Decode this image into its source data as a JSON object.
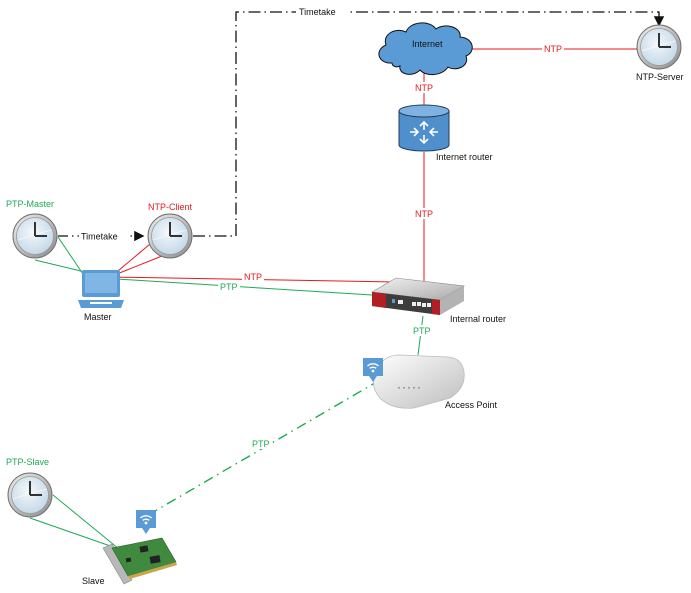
{
  "diagram": {
    "title": "PTP / NTP time synchronization network",
    "colors": {
      "ntp": "#e8181f",
      "ptp": "#1eaa55",
      "timetake": "#111111",
      "device_blue": "#5b9bd5"
    },
    "nodes": {
      "ntp_server": {
        "label": "NTP-Server",
        "icon": "clock-icon"
      },
      "internet": {
        "label": "Internet",
        "icon": "cloud-icon"
      },
      "internet_router": {
        "label": "Internet router",
        "icon": "router-icon"
      },
      "internal_router": {
        "label": "Internal router",
        "icon": "firewall-router-icon"
      },
      "access_point": {
        "label": "Access Point",
        "icon": "access-point-icon"
      },
      "ptp_master": {
        "label": "PTP-Master",
        "icon": "clock-icon"
      },
      "ntp_client": {
        "label": "NTP-Client",
        "icon": "clock-icon"
      },
      "master": {
        "label": "Master",
        "icon": "laptop-icon"
      },
      "ptp_slave": {
        "label": "PTP-Slave",
        "icon": "clock-icon"
      },
      "slave": {
        "label": "Slave",
        "icon": "network-card-icon"
      }
    },
    "links": {
      "internet_ntp_server": "NTP",
      "internet_internet_router": "NTP",
      "internet_router_internal_router": "NTP",
      "master_internal_router_ntp": "NTP",
      "master_internal_router_ptp": "PTP",
      "internal_router_access_point": "PTP",
      "access_point_slave_wireless": "PTP",
      "timetake_top": "Timetake",
      "timetake_master": "Timetake"
    }
  }
}
